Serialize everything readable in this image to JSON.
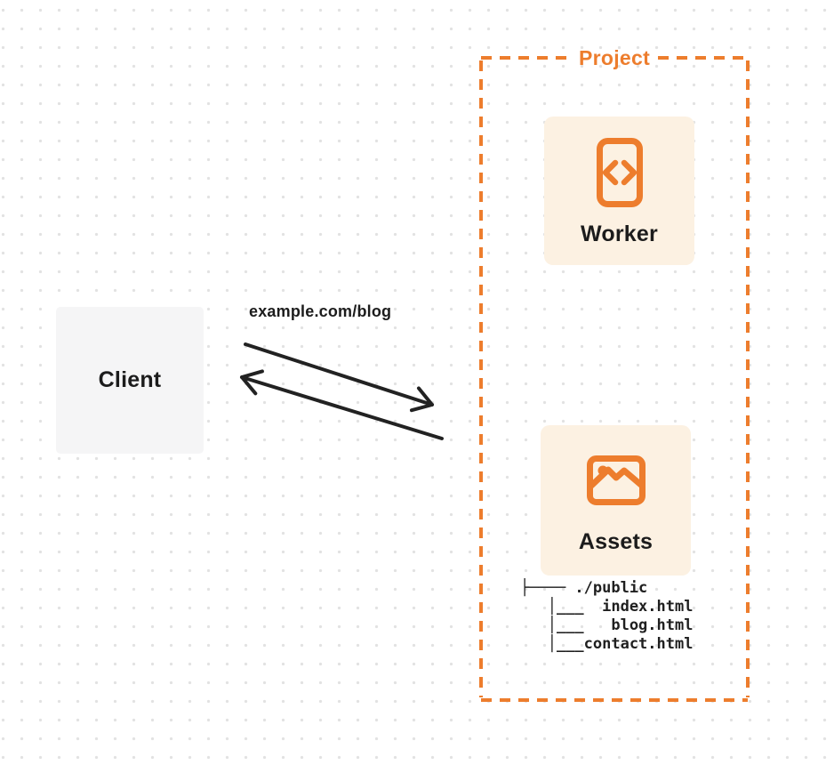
{
  "diagram": {
    "client": {
      "label": "Client"
    },
    "request_label": "example.com/blog",
    "project": {
      "title": "Project",
      "worker": {
        "label": "Worker",
        "icon": "code-icon"
      },
      "assets": {
        "label": "Assets",
        "icon": "image-icon",
        "file_tree_text": "├──── ./public\n   │___  index.html\n   │___   blog.html\n   │___contact.html",
        "files": [
          "./public",
          "index.html",
          "blog.html",
          "contact.html"
        ]
      }
    },
    "colors": {
      "accent_orange": "#ed7d2d",
      "card_background": "#fcf1e2",
      "client_background": "#f5f5f6",
      "arrow": "#222222",
      "text_dark": "#1c1c1c",
      "grid_dot": "#e2e2e2"
    }
  }
}
